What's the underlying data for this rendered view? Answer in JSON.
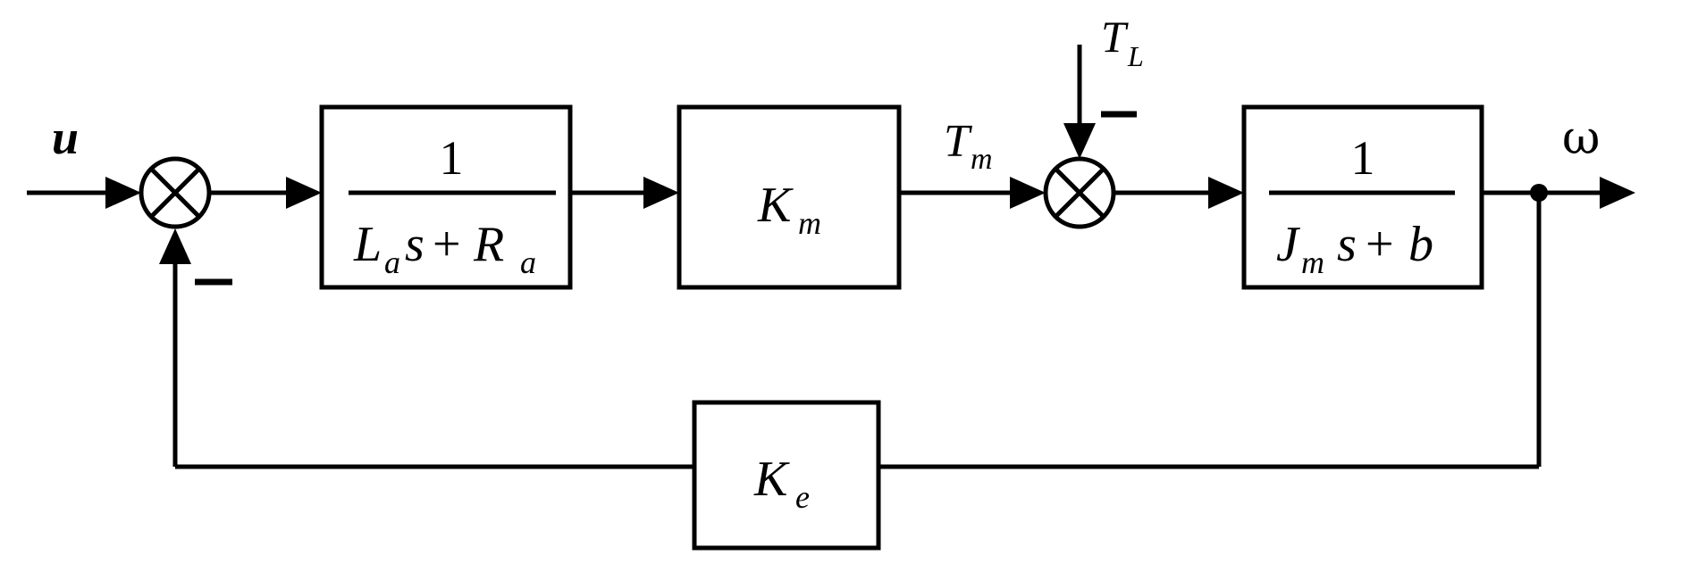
{
  "input": {
    "symbol": "u"
  },
  "output": {
    "symbol": "ω"
  },
  "disturbance": {
    "main": "T",
    "sub": "L"
  },
  "torque_signal": {
    "main": "T",
    "sub": "m"
  },
  "blocks": {
    "electrical": {
      "numerator": "1",
      "L": "L",
      "L_sub": "a",
      "s": "s",
      "plus": "+",
      "R": "R",
      "R_sub": "a"
    },
    "gain_m": {
      "main": "K",
      "sub": "m"
    },
    "mechanical": {
      "numerator": "1",
      "J": "J",
      "J_sub": "m",
      "s": "s",
      "plus": "+",
      "b": "b"
    },
    "feedback": {
      "main": "K",
      "sub": "e"
    }
  },
  "colors": {
    "stroke": "#000000",
    "background": "#ffffff"
  }
}
